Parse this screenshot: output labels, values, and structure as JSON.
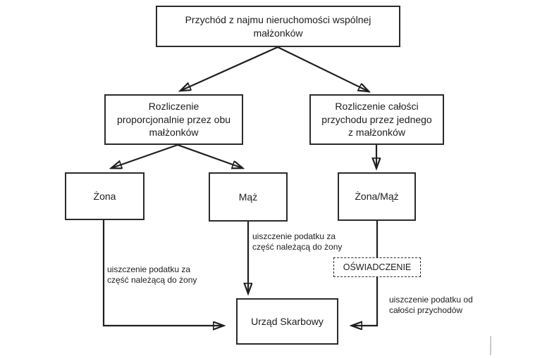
{
  "diagram": {
    "nodes": {
      "income": {
        "label": "Przychód z najmu nieruchomości wspólnej\nmałżonków"
      },
      "proportional": {
        "label": "Rozliczenie\nproporcjonalnie przez obu\nmałżonków"
      },
      "whole": {
        "label": "Rozliczenie całości\nprzychodu przez jednego\nz małżonków"
      },
      "wife": {
        "label": "Żona"
      },
      "husband": {
        "label": "Mąż"
      },
      "wife_husband": {
        "label": "Żona/Mąż"
      },
      "statement": {
        "label": "OŚWIADCZENIE"
      },
      "tax_office": {
        "label": "Urząd Skarbowy"
      }
    },
    "edge_labels": {
      "husband_payment": "uiszczenie podatku za\nczęść należącą do żony",
      "wife_payment": "uiszczenie podatku za\nczęść należącą do żony",
      "whole_payment": "uiszczenie podatku od\ncałości przychodów"
    },
    "colors": {
      "line_color": "#1f1f1f",
      "border_color": "#2b2b2b",
      "text_color": "#1c1c1c",
      "background_color": "#ffffff",
      "artifact_color": "#cccccc"
    }
  }
}
